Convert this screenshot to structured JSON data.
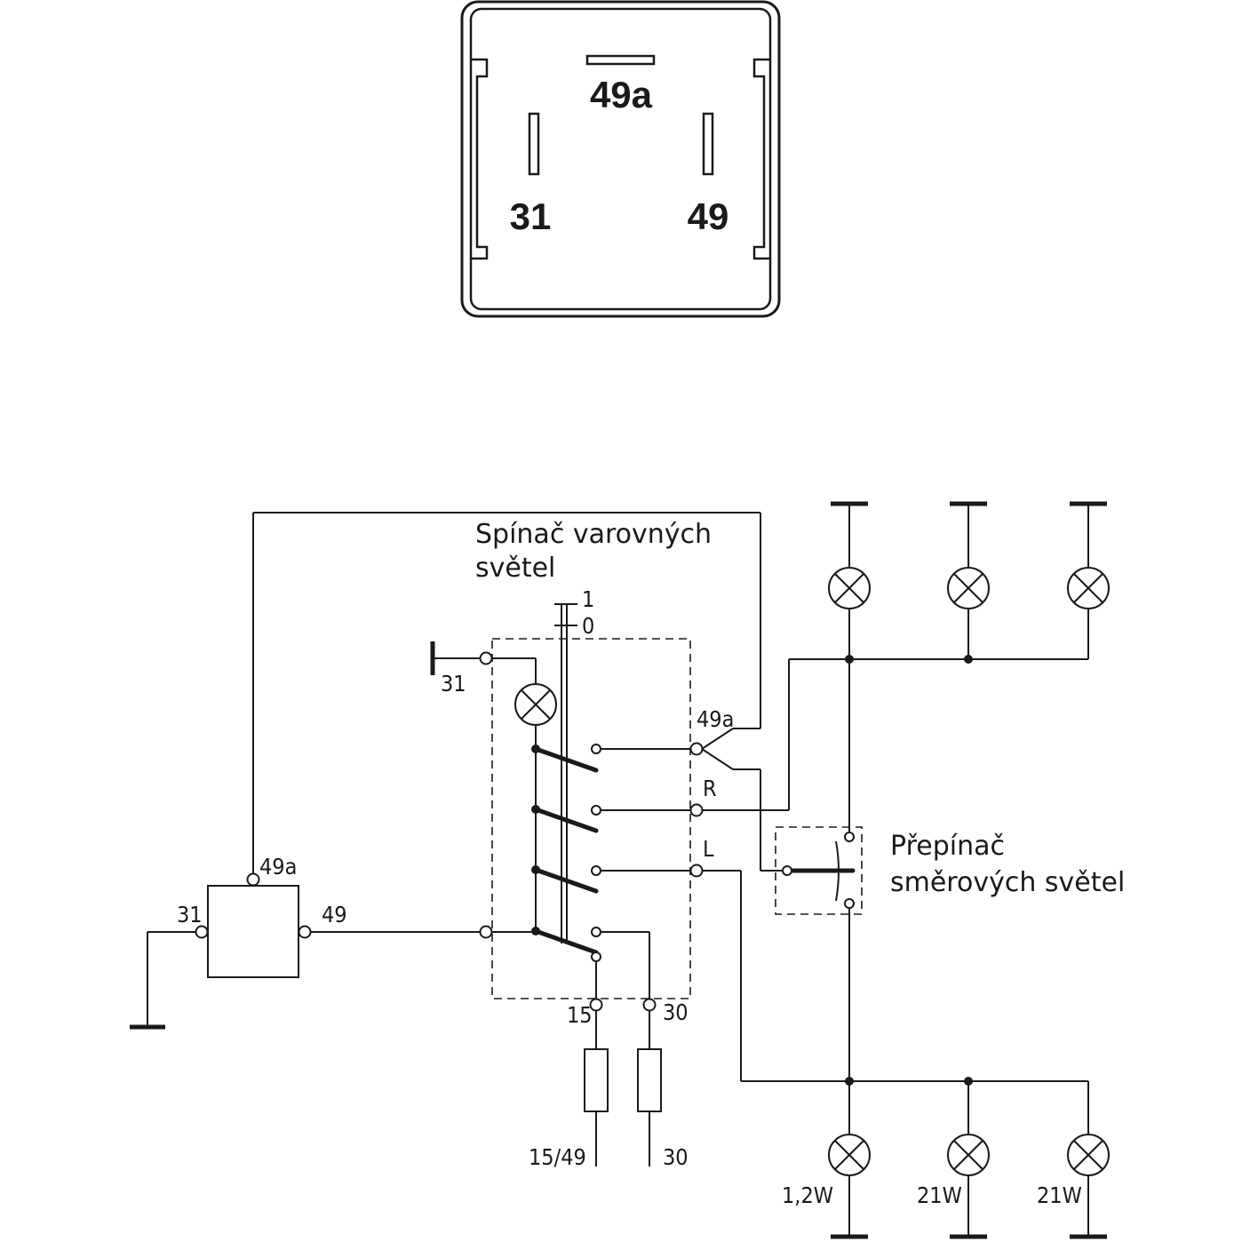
{
  "relay_pins": {
    "top": "49a",
    "left": "31",
    "right": "49"
  },
  "hazard_switch": {
    "title_line1": "Spínač varovných",
    "title_line2": "světel",
    "pos_on": "1",
    "pos_off": "0",
    "ground": "31",
    "out_49a": "49a",
    "out_r": "R",
    "out_l": "L",
    "in_15": "15",
    "in_30": "30"
  },
  "flasher": {
    "pin_top": "49a",
    "pin_left": "31",
    "pin_right": "49"
  },
  "turn_switch": {
    "title_line1": "Přepínač",
    "title_line2": "směrových světel"
  },
  "supply": {
    "left": "15/49",
    "right": "30"
  },
  "lamps": {
    "indicator": "1,2W",
    "front": "21W",
    "rear": "21W"
  }
}
